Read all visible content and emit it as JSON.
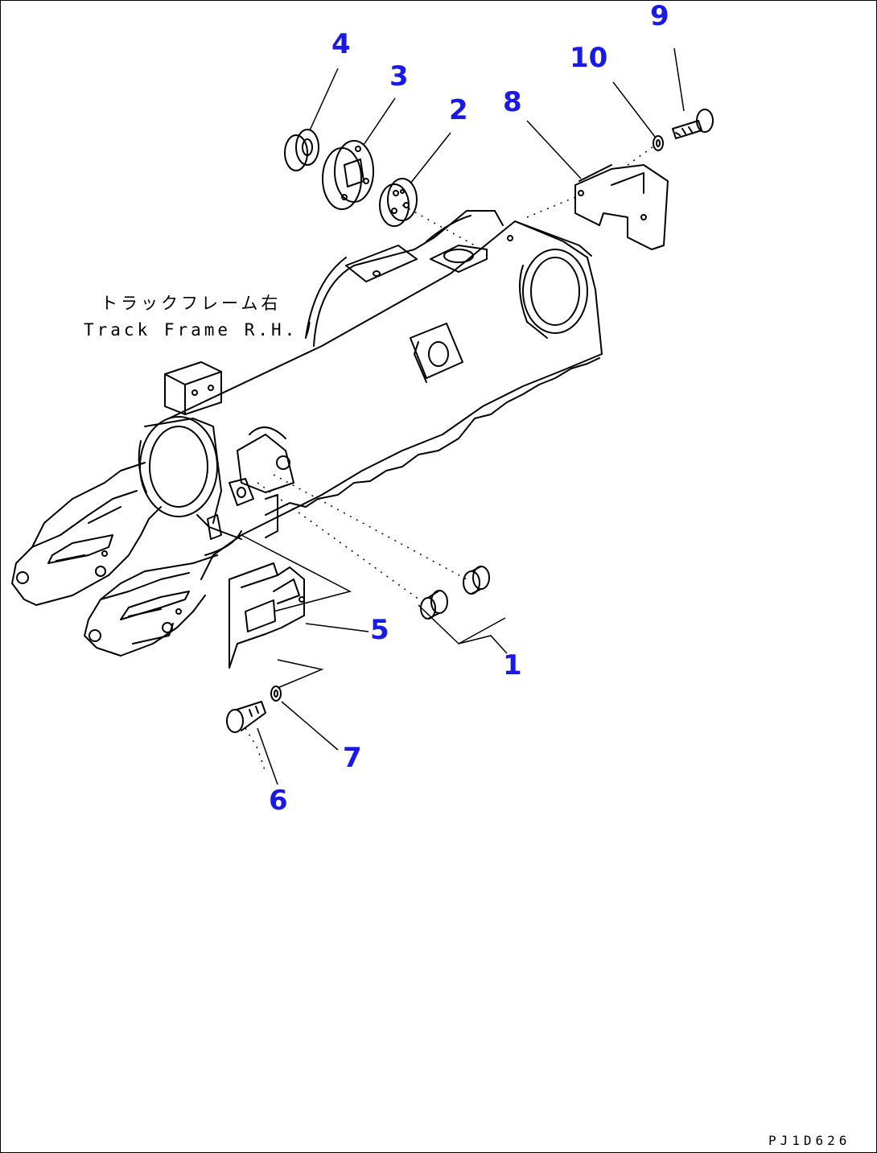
{
  "callouts": {
    "c1": "1",
    "c2": "2",
    "c3": "3",
    "c4": "4",
    "c5": "5",
    "c6": "6",
    "c7": "7",
    "c8": "8",
    "c9": "9",
    "c10": "10"
  },
  "label": {
    "jp": "トラックフレーム右",
    "en": "Track Frame R.H."
  },
  "drawing_code": "PJ1D626",
  "colors": {
    "callout": "#1a1ae6",
    "line": "#000000",
    "background": "#ffffff"
  }
}
